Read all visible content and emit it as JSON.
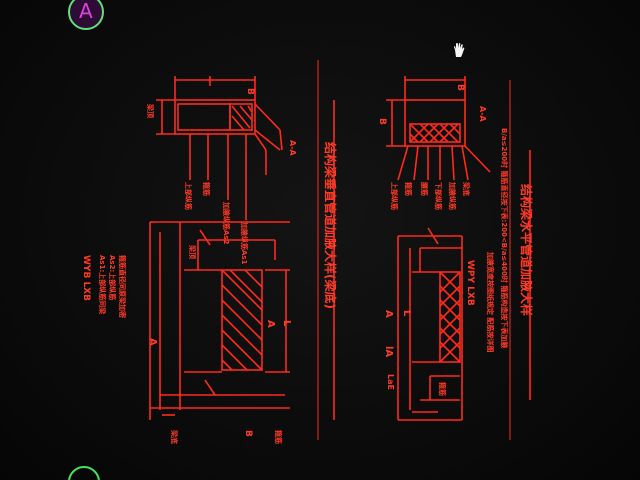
{
  "viewport": {
    "badge_top_label": "A"
  },
  "drawing": {
    "title_vertical": "结构梁垂直管道加腋大样(梁底)",
    "title_horizontal": "结构梁水平管道加腋大样",
    "section_label_left": "A-A",
    "section_label_right": "A-A",
    "label_wyb_lxb": "WYB LXB",
    "label_wpy_lxb": "WPY LXB",
    "note_as1": "As1:上部纵筋同梁",
    "note_as2": "As2:上部纵筋",
    "note_hooping": "箍筋直径同原梁加密",
    "note_as1_label": "加腋纵筋As1",
    "note_as2_label": "加腋纵筋As2",
    "note_b_rule": "B/a≤200时 箍筋直径按下表:200<B/a≤400时 箍筋构造按下表加腋",
    "note_bottom": "加腋宽度按图纸规定 配筋按详图",
    "dim_B": "B",
    "dim_A": "A",
    "dim_L": "L",
    "dim_LaE": "LaE",
    "dim_lA": "lA",
    "label_shangbu": "上部纵筋",
    "label_guanjin": "箍筋",
    "label_yaojin": "腰筋",
    "label_xiabu": "下部纵筋",
    "label_jiayi": "加腋纵筋",
    "label_liangding": "梁顶",
    "label_liangdi": "梁底"
  },
  "colors": {
    "line": "#ff2a1a",
    "background": "#0b0b0b",
    "cursor_circle": "#47e05a"
  }
}
